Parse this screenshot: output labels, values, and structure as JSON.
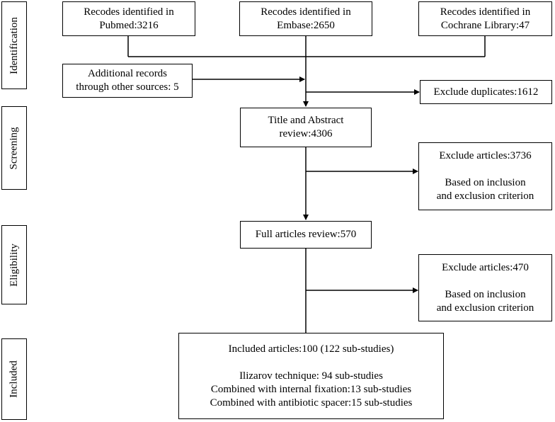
{
  "phases": {
    "identification": "Identification",
    "screening": "Screening",
    "eligibility": "Eligibility",
    "included": "Included"
  },
  "identification": {
    "pubmed": [
      "Recodes identified in",
      "Pubmed:3216"
    ],
    "embase": [
      "Recodes identified in",
      "Embase:2650"
    ],
    "cochrane": [
      "Recodes identified in",
      "Cochrane Library:47"
    ],
    "other": [
      "Additional records",
      "through other sources: 5"
    ],
    "duplicates": "Exclude duplicates:1612"
  },
  "screening": {
    "review": [
      "Title and Abstract",
      "review:4306"
    ],
    "exclude": [
      "Exclude articles:3736",
      "Based on inclusion",
      "and exclusion criterion"
    ]
  },
  "eligibility": {
    "review": "Full articles review:570",
    "exclude": [
      "Exclude articles:470",
      "Based on inclusion",
      "and exclusion criterion"
    ]
  },
  "included": {
    "lines": [
      "Included articles:100 (122 sub-studies)",
      "Ilizarov technique: 94 sub-studies",
      "Combined with internal fixation:13 sub-studies",
      "Combined with antibiotic spacer:15 sub-studies"
    ]
  }
}
